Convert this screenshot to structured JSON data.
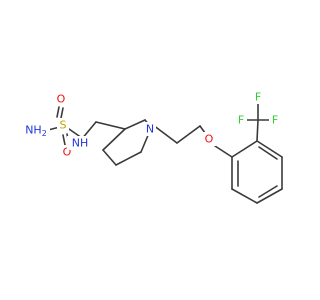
{
  "colors": {
    "bond": "#3a3a3a",
    "N": "#2233dd",
    "O": "#ee1111",
    "S": "#c8a000",
    "F": "#33cc33",
    "background": "#ffffff"
  },
  "molecule": {
    "atoms": [
      {
        "id": "nh2",
        "text": "NH2",
        "element": "N"
      },
      {
        "id": "s",
        "text": "S",
        "element": "S"
      },
      {
        "id": "o_top",
        "text": "O",
        "element": "O"
      },
      {
        "id": "o_bottom",
        "text": "O",
        "element": "O"
      },
      {
        "id": "nh",
        "text": "NH",
        "element": "N"
      },
      {
        "id": "n_ring",
        "text": "N",
        "element": "N"
      },
      {
        "id": "o_ether",
        "text": "O",
        "element": "O"
      },
      {
        "id": "f_left",
        "text": "F",
        "element": "F"
      },
      {
        "id": "f_top",
        "text": "F",
        "element": "F"
      },
      {
        "id": "f_right",
        "text": "F",
        "element": "F"
      }
    ]
  }
}
